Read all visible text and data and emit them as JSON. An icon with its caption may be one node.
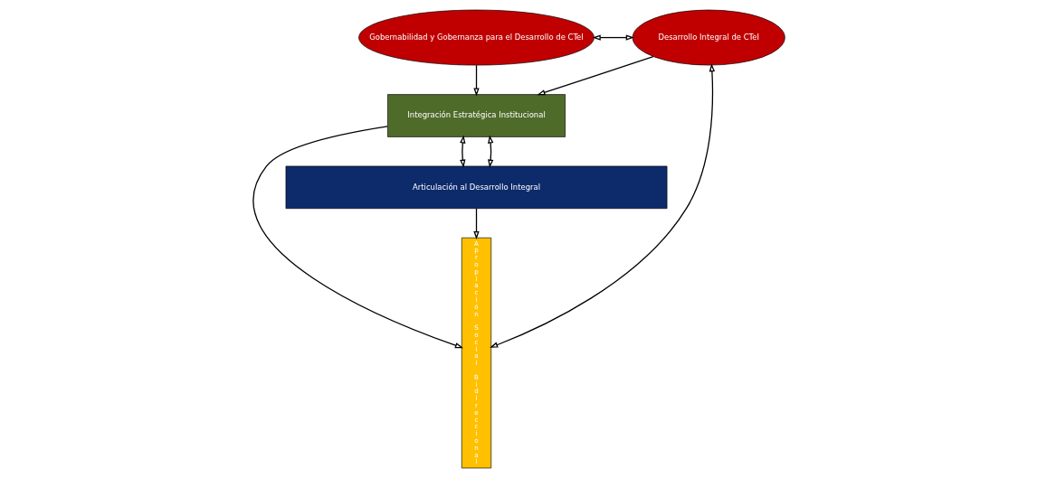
{
  "diagram": {
    "nodes": [
      {
        "text": [
          "Gobernabilidad y Gobernanza para el Desarrollo de CTeI"
        ]
      },
      {
        "text": [
          "Desarrollo Integral de CTeI"
        ]
      },
      {
        "text": [
          "Apropiación Social Bidireccional"
        ]
      },
      {
        "text": [
          "Integración Estratégica Institucional"
        ]
      },
      {
        "text": [
          "Articulación al Desarrollo Integral"
        ]
      }
    ],
    "edges": [
      {
        "from": 0,
        "to": 1,
        "arrow": "both"
      },
      {
        "from": 1,
        "to": 2,
        "arrow": "both"
      },
      {
        "from": 0,
        "to": 3,
        "arrow": "to"
      },
      {
        "from": 1,
        "to": 3,
        "arrow": "to"
      },
      {
        "from": 3,
        "to": 4,
        "arrow": "both"
      },
      {
        "from": 3,
        "to": 4,
        "arrow": "both"
      },
      {
        "from": 3,
        "to": 2,
        "arrow": "to"
      },
      {
        "from": 4,
        "to": 2,
        "arrow": "to"
      }
    ]
  }
}
